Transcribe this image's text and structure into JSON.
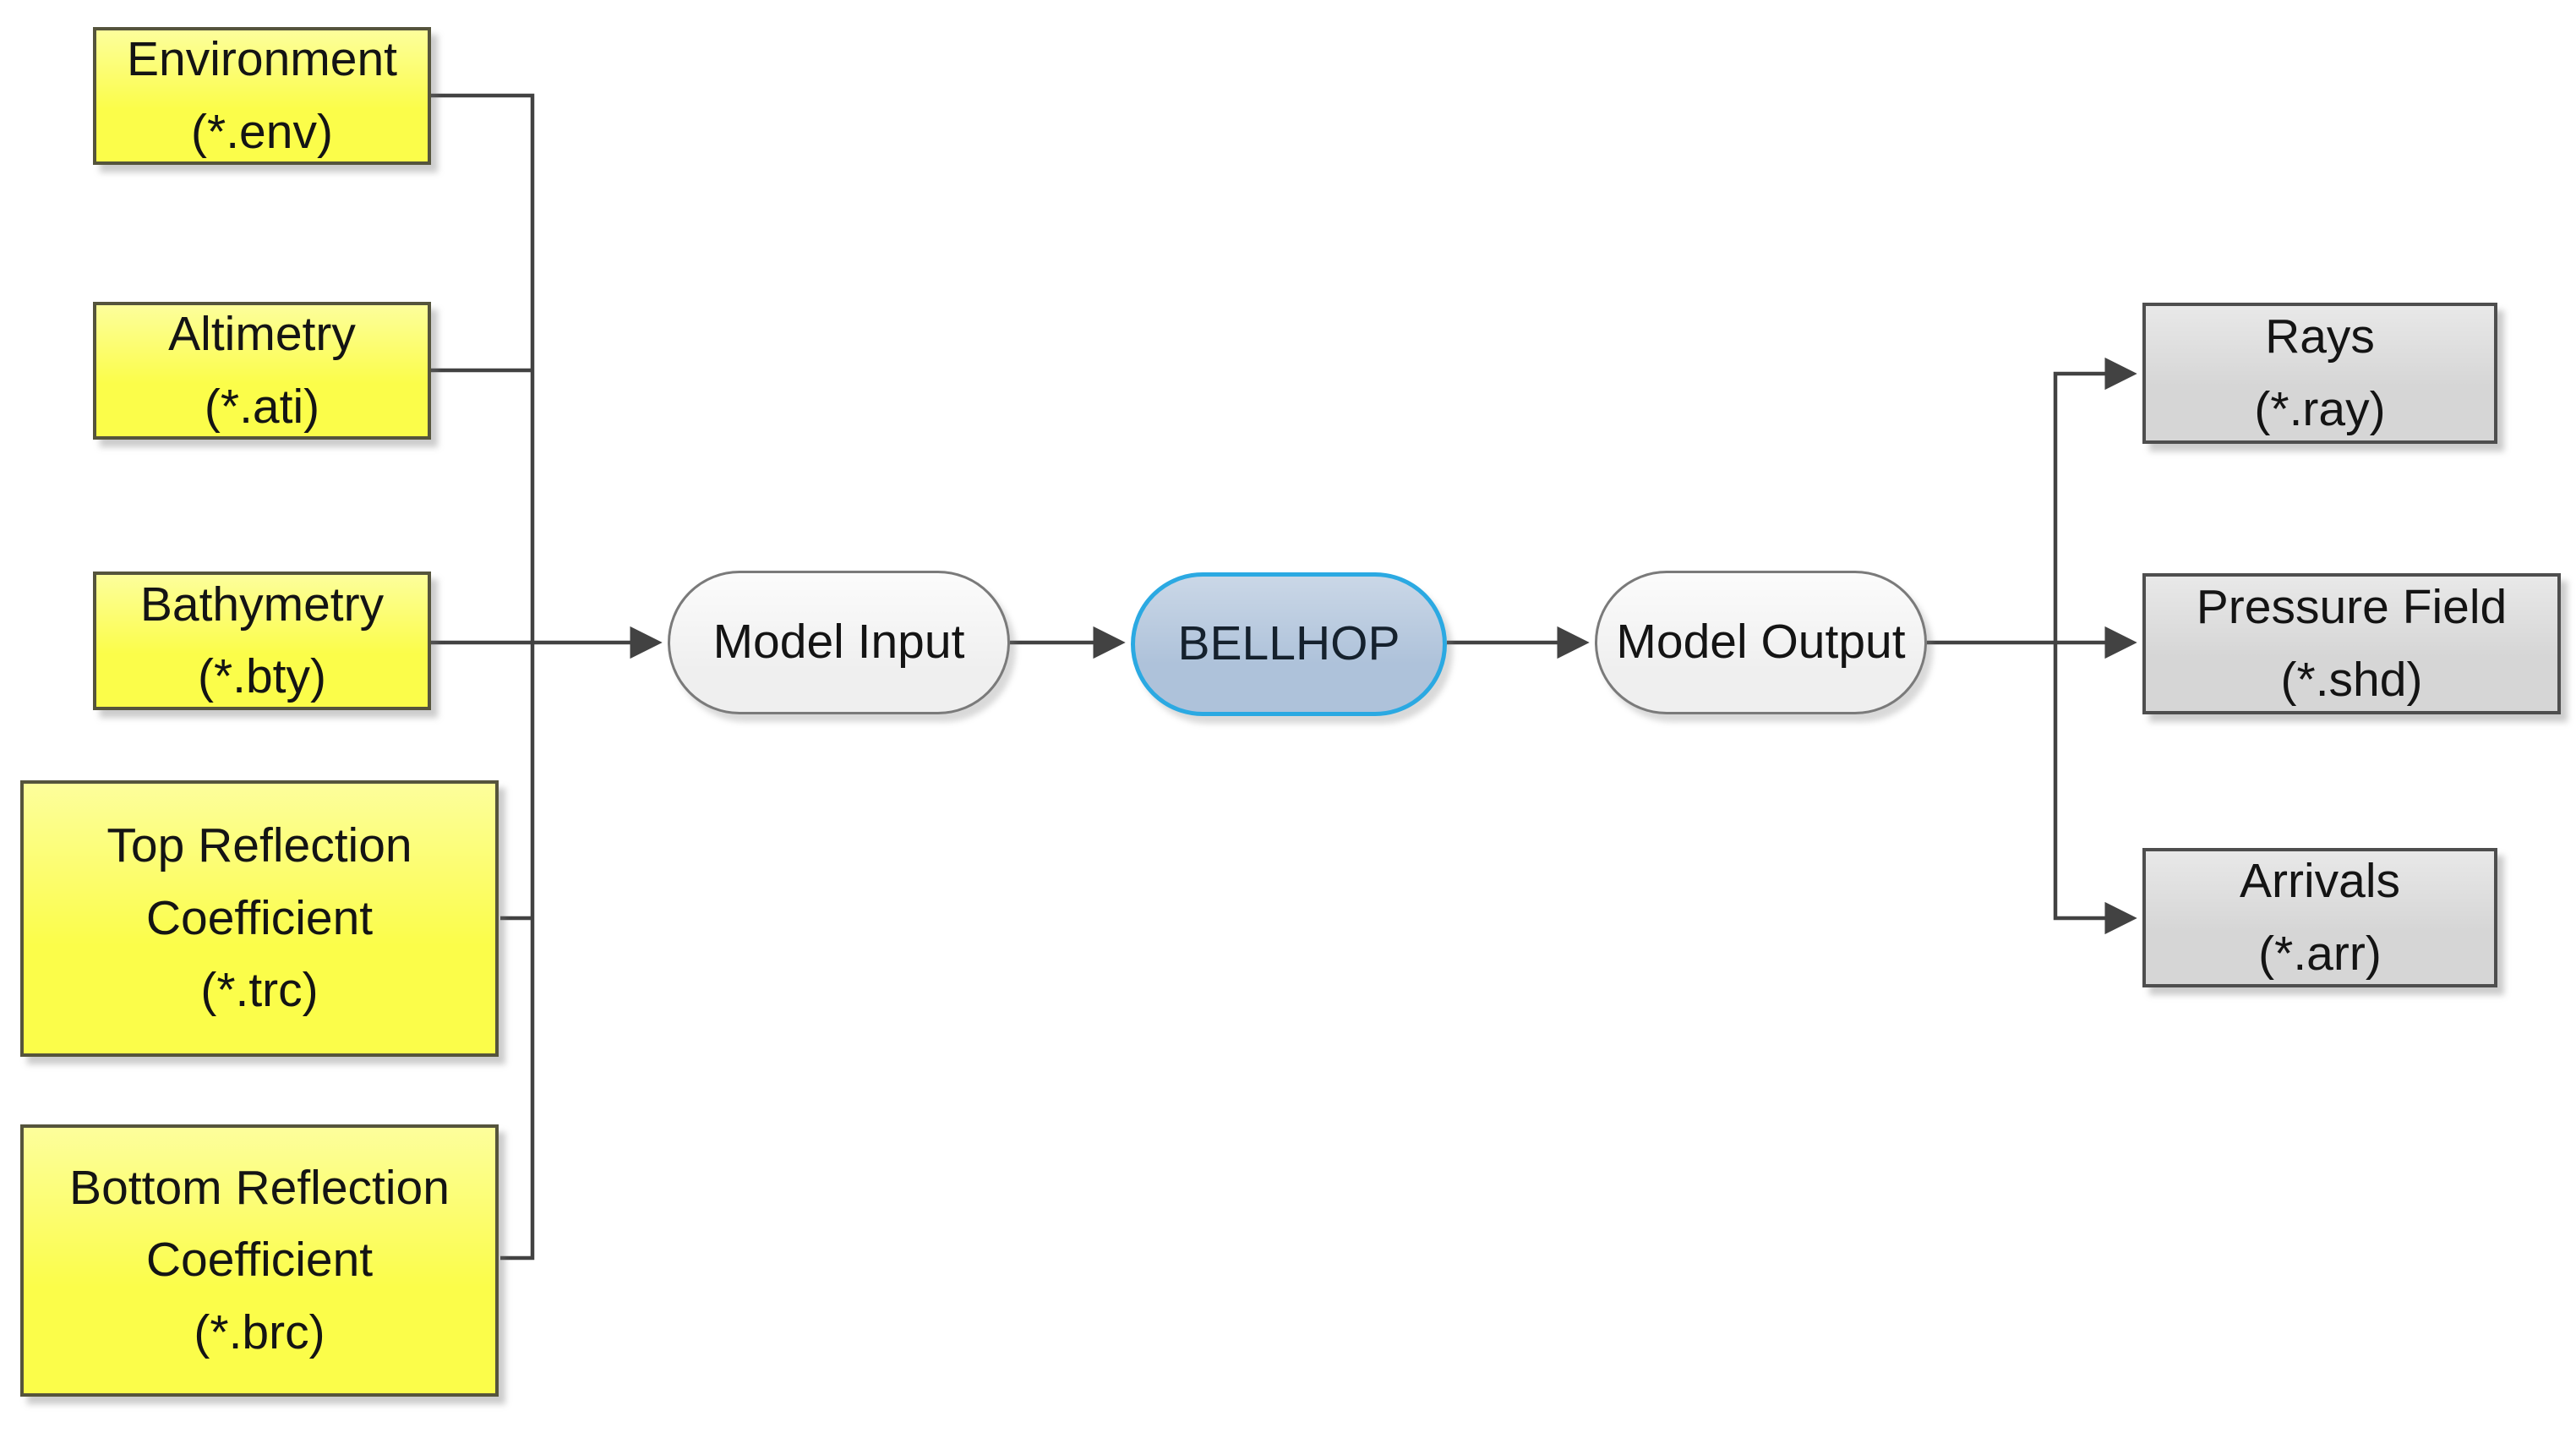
{
  "colors": {
    "input_fill": "#fbfd4a",
    "input_border": "#55543c",
    "output_fill": "#d6d6d6",
    "output_border": "#4e4e4e",
    "stage_fill": "#efefef",
    "stage_border": "#7a7a7a",
    "process_fill": "#aec2da",
    "process_border": "#2ba9e2",
    "connector": "#424242"
  },
  "nodes": {
    "environment": {
      "lines": [
        "Environment",
        "(*.env)"
      ]
    },
    "altimetry": {
      "lines": [
        "Altimetry",
        "(*.ati)"
      ]
    },
    "bathymetry": {
      "lines": [
        "Bathymetry",
        "(*.bty)"
      ]
    },
    "top_reflection": {
      "lines": [
        "Top Reflection",
        "Coefficient",
        "(*.trc)"
      ]
    },
    "bottom_reflection": {
      "lines": [
        "Bottom Reflection",
        "Coefficient",
        "(*.brc)"
      ]
    },
    "model_input": {
      "label": "Model Input"
    },
    "bellhop": {
      "label": "BELLHOP"
    },
    "model_output": {
      "label": "Model Output"
    },
    "rays": {
      "lines": [
        "Rays",
        "(*.ray)"
      ]
    },
    "pressure_field": {
      "lines": [
        "Pressure Field",
        "(*.shd)"
      ]
    },
    "arrivals": {
      "lines": [
        "Arrivals",
        "(*.arr)"
      ]
    }
  }
}
